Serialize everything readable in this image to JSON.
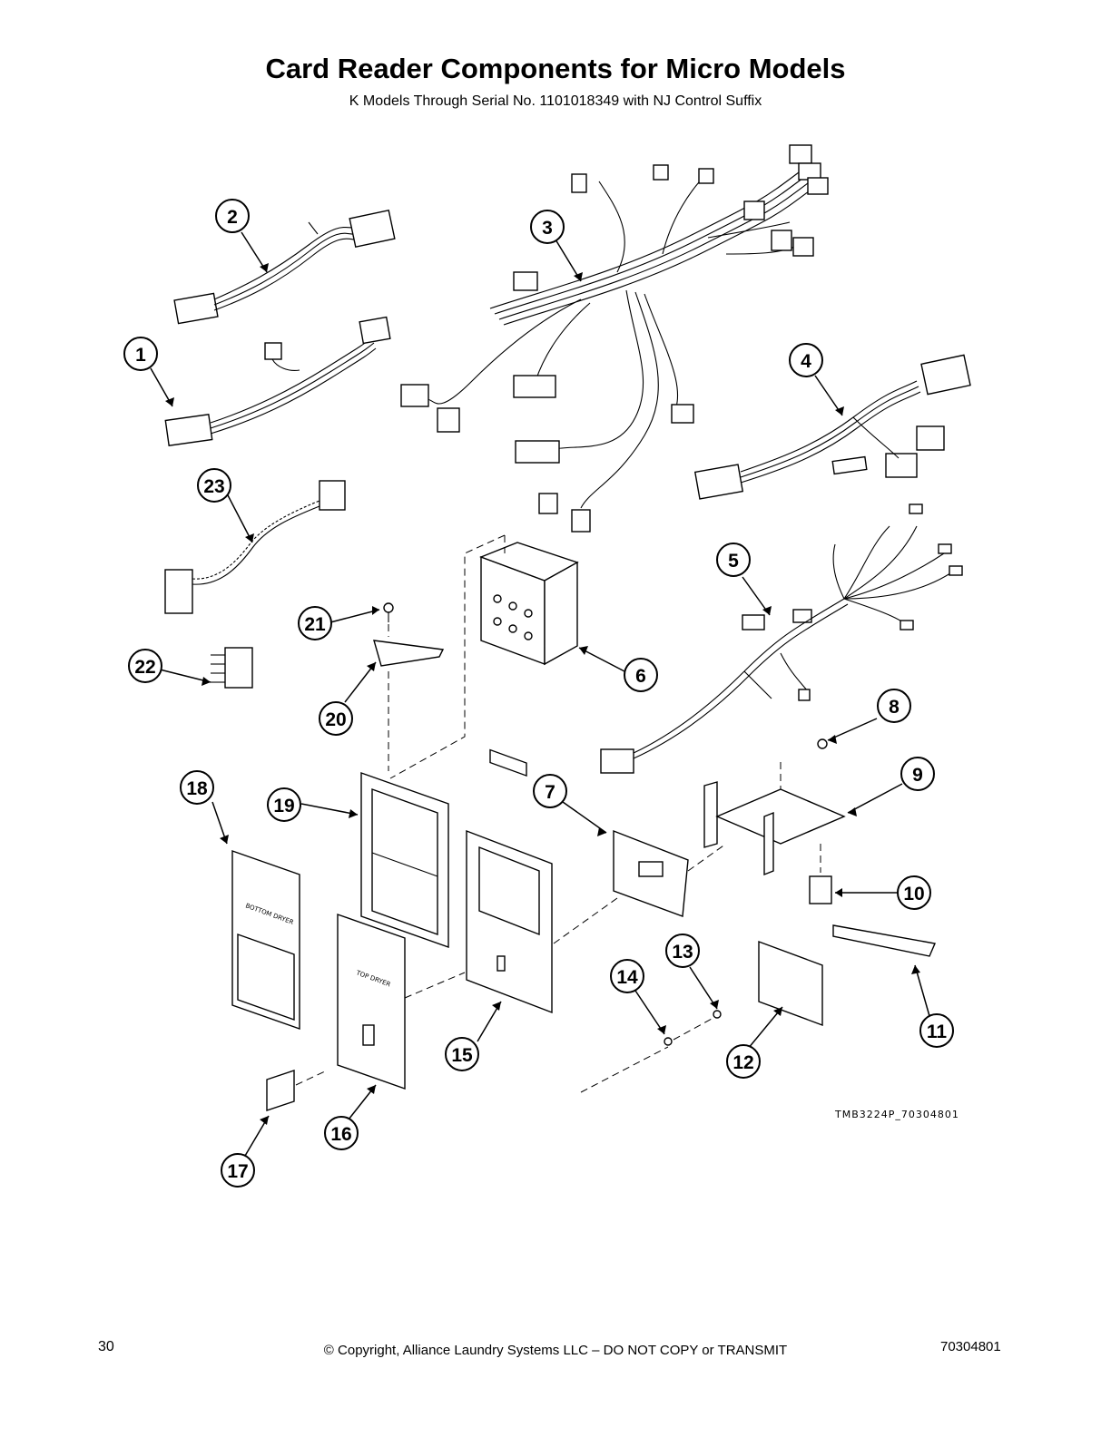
{
  "header": {
    "title": "Card Reader Components for Micro Models",
    "subtitle": "K Models Through Serial No. 1101018349 with NJ Control Suffix"
  },
  "drawing_id": "TMB3224P_70304801",
  "panel_labels": {
    "bottom_dryer": "BOTTOM DRYER",
    "top_dryer": "TOP DRYER"
  },
  "callouts": [
    "1",
    "2",
    "3",
    "4",
    "5",
    "6",
    "7",
    "8",
    "9",
    "10",
    "11",
    "12",
    "13",
    "14",
    "15",
    "16",
    "17",
    "18",
    "19",
    "20",
    "21",
    "22",
    "23"
  ],
  "footer": {
    "page_number": "30",
    "copyright": "© Copyright, Alliance Laundry Systems LLC – DO NOT COPY or TRANSMIT",
    "doc_number": "70304801"
  }
}
